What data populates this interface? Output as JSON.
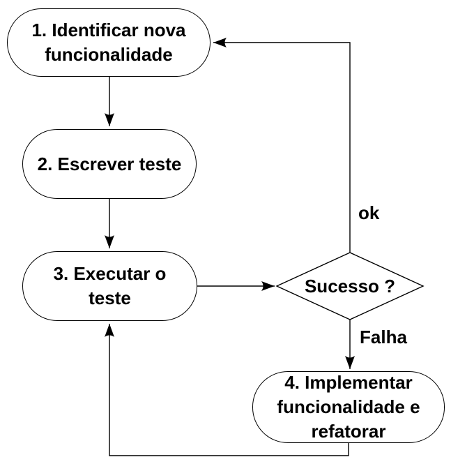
{
  "flowchart": {
    "title_hint": "TDD cycle flowchart",
    "colors": {
      "background": "#ffffff",
      "stroke": "#000000",
      "text": "#000000",
      "node_fill": "#ffffff"
    },
    "nodes": [
      {
        "id": "step1",
        "type": "terminator",
        "label": "1. Identificar nova funcionalidade"
      },
      {
        "id": "step2",
        "type": "terminator",
        "label": "2. Escrever teste"
      },
      {
        "id": "step3",
        "type": "terminator",
        "label": "3. Executar o teste"
      },
      {
        "id": "decision",
        "type": "decision",
        "label": "Sucesso ?"
      },
      {
        "id": "step4",
        "type": "terminator",
        "label": "4. Implementar funcionalidade e refatorar"
      }
    ],
    "edges": [
      {
        "from": "step1",
        "to": "step2",
        "label": ""
      },
      {
        "from": "step2",
        "to": "step3",
        "label": ""
      },
      {
        "from": "step3",
        "to": "decision",
        "label": ""
      },
      {
        "from": "decision",
        "to": "step1",
        "label": "ok"
      },
      {
        "from": "decision",
        "to": "step4",
        "label": "Falha"
      },
      {
        "from": "step4",
        "to": "step3",
        "label": ""
      }
    ],
    "edge_labels": {
      "ok": "ok",
      "falha": "Falha"
    }
  }
}
